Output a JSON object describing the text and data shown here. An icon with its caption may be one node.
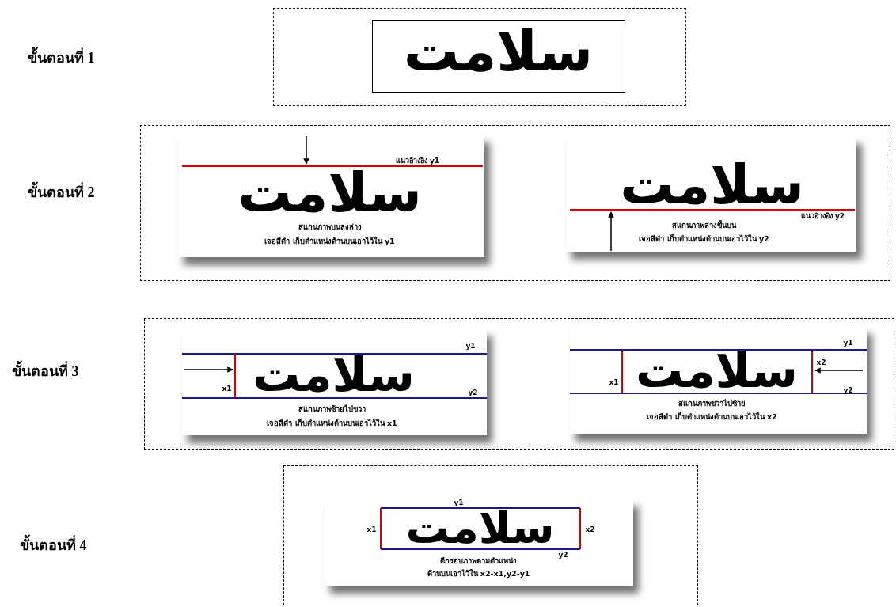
{
  "diagram": {
    "nodes": [
      {
        "text": [],
        "shape": "box"
      },
      {
        "text": [
          "سلامت"
        ],
        "in": 0
      },
      {
        "text": [],
        "shape": "box"
      },
      {
        "text": [
          "แนวอ้างอิง y1",
          "سلامت",
          "สแกนภาพบนลงล่าง",
          "เจอสีดำ เก็บตำแหน่งด้านบนเอาไว้ใน y1"
        ],
        "in": 2
      },
      {
        "text": [
          "سلامت",
          "แนวอ้างอิง y2",
          "สแกนภาพล่างขึ้นบน",
          "เจอสีดำ เก็บตำแหน่งด้านบนเอาไว้ใน y2"
        ],
        "in": 2
      },
      {
        "text": [],
        "shape": "box"
      },
      {
        "text": [
          "y1",
          "x1",
          "سلامت",
          "y2",
          "สแกนภาพซ้ายไปขวา",
          "เจอสีดำ เก็บตำแหน่งด้านบนเอาไว้ใน x1"
        ],
        "in": 5
      },
      {
        "text": [
          "y1",
          "x1",
          "سلامت",
          "x2",
          "y2",
          "สแกนภาพขวาไปซ้าย",
          "เจอสีดำ เก็บตำแหน่งด้านบนเอาไว้ใน x2"
        ],
        "in": 5
      },
      {
        "text": [],
        "shape": "box"
      },
      {
        "text": [
          "y1",
          "x1",
          "سلامت",
          "x2",
          "y2",
          "ตีกรอบภาพตามตำแหน่ง",
          "ด้านบนเอาไว้ใน x2-x1,y2-y1"
        ],
        "in": 8
      }
    ],
    "labels": [
      "ขั้นตอนที่ 1",
      "ขั้นตอนที่ 2",
      "ขั้นตอนที่ 3",
      "ขั้นตอนที่ 4"
    ]
  }
}
